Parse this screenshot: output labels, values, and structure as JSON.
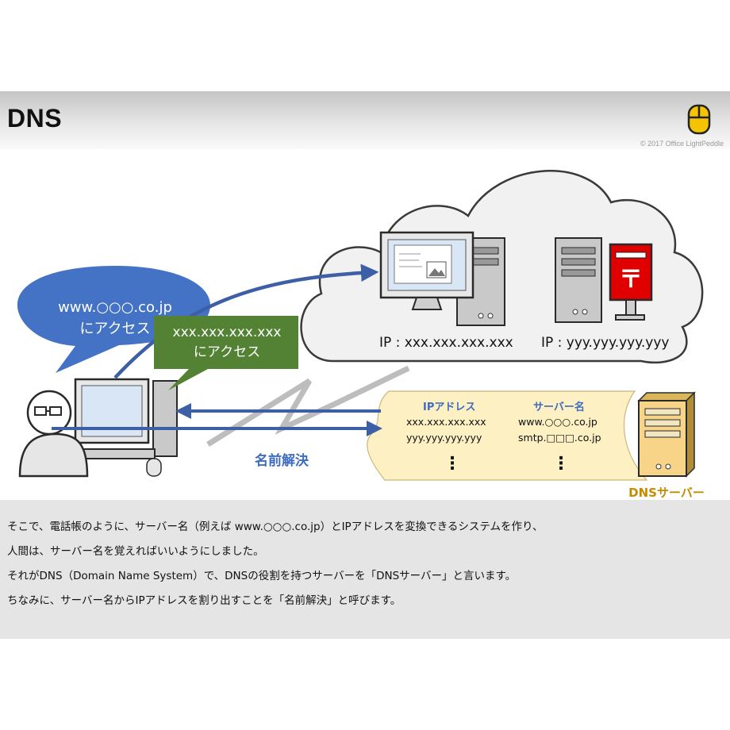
{
  "header": {
    "title": "DNS",
    "copyright": "© 2017 Office LightPeddle"
  },
  "diagram": {
    "bubble_blue": [
      "www.○○○.co.jp",
      "にアクセス"
    ],
    "bubble_green": [
      "xxx.xxx.xxx.xxx",
      "にアクセス"
    ],
    "web_server_ip": "IP : xxx.xxx.xxx.xxx",
    "mail_server_ip": "IP : yyy.yyy.yyy.yyy",
    "dns_table": {
      "col_ip_header": "IPアドレス",
      "col_name_header": "サーバー名",
      "rows": [
        [
          "xxx.xxx.xxx.xxx",
          "www.○○○.co.jp"
        ],
        [
          "yyy.yyy.yyy.yyy",
          "smtp.□□□.co.jp"
        ]
      ],
      "ellipsis": "⋮"
    },
    "name_resolution_label": "名前解決",
    "dns_server_label": "DNSサーバー"
  },
  "explanation": [
    "そこで、電話帳のように、サーバー名（例えば www.○○○.co.jp）とIPアドレスを変換できるシステムを作り、",
    "人間は、サーバー名を覚えればいいようにしました。",
    "それがDNS（Domain Name System）で、DNSの役割を持つサーバーを「DNSサーバー」と言います。",
    "ちなみに、サーバー名からIPアドレスを割り出すことを「名前解決」と呼びます。"
  ],
  "colors": {
    "blue": "#4472c4",
    "green": "#548235",
    "cream": "#fdf0c2",
    "arrow": "#3d5fa6",
    "mailbox": "#e00000"
  }
}
